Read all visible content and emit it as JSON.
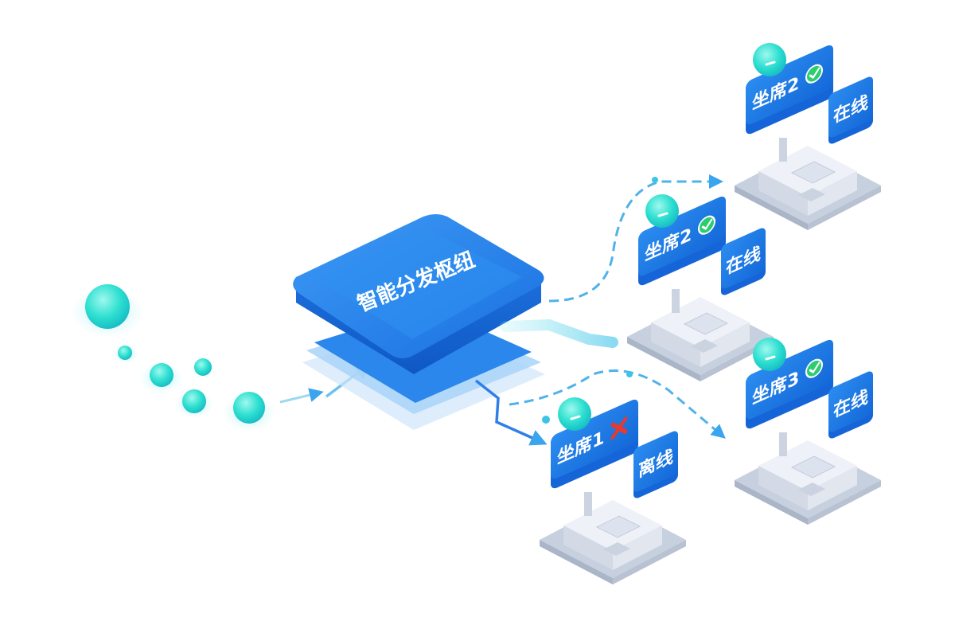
{
  "hub": {
    "label": "智能分发枢纽",
    "color": "#1f7fe8"
  },
  "stations": [
    {
      "key": "agent-2-top",
      "name": "坐席2",
      "status": "在线",
      "state": "online"
    },
    {
      "key": "agent-2-mid",
      "name": "坐席2",
      "status": "在线",
      "state": "online"
    },
    {
      "key": "agent-3",
      "name": "坐席3",
      "status": "在线",
      "state": "online"
    },
    {
      "key": "agent-1",
      "name": "坐席1",
      "status": "离线",
      "state": "offline"
    }
  ],
  "colors": {
    "accent": "#1f7fe8",
    "bubble": "#2fe0d0",
    "online_check": "#2ecc71",
    "offline_cross": "#e8392e",
    "station_base": "#cfd6e3"
  },
  "icons": {
    "online": "check-icon",
    "offline": "cross-icon",
    "agent": "person-head-icon"
  }
}
